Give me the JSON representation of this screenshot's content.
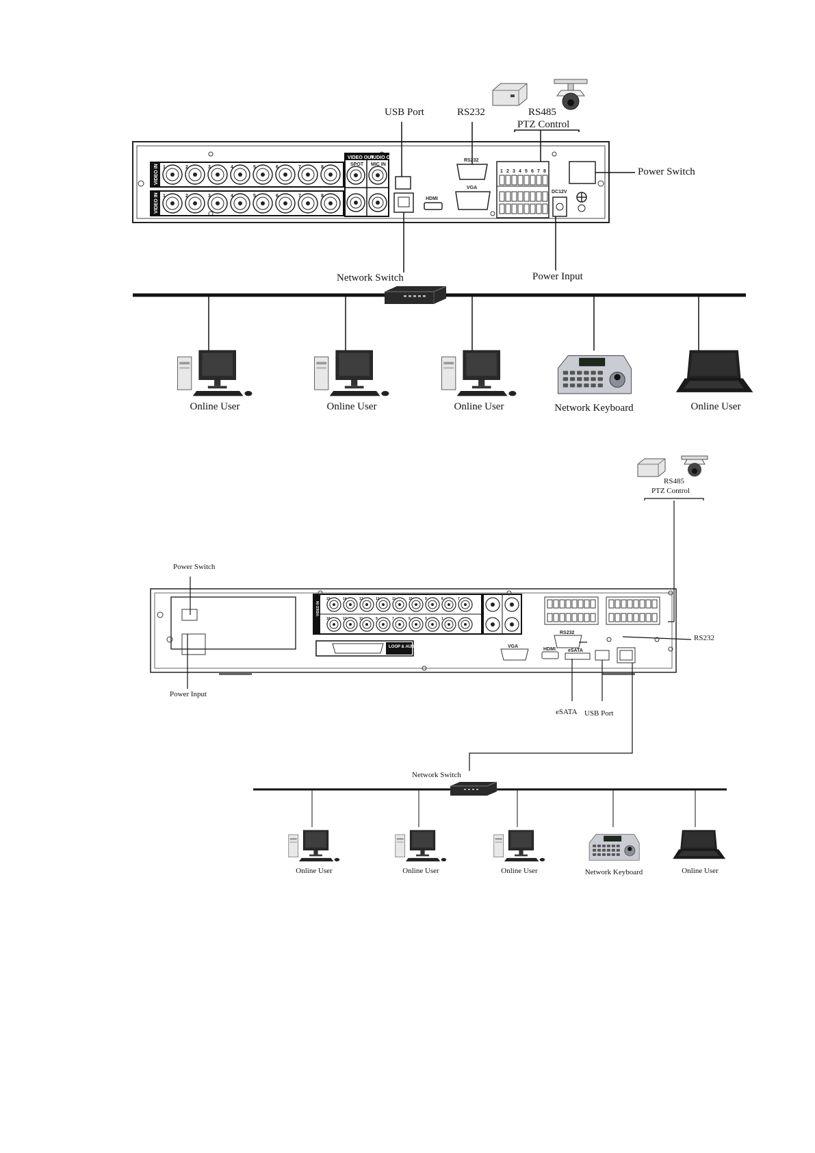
{
  "diagram1": {
    "callouts": {
      "usb_port": "USB Port",
      "rs232": "RS232",
      "rs485": "RS485",
      "ptz_control": "PTZ Control",
      "power_switch": "Power Switch",
      "network_switch": "Network Switch",
      "power_input": "Power Input"
    },
    "panel_text": {
      "video_out": "VIDEO OUT",
      "audio_out": "AUDIO OUT",
      "spot": "SPOT",
      "mic_in": "MIC IN",
      "rs232": "RS232",
      "vga": "VGA",
      "hdmi": "HDMI",
      "dc12v": "DC12V",
      "channels": [
        "1",
        "2",
        "3",
        "4",
        "5",
        "6",
        "7",
        "8"
      ],
      "alarm_numbers": [
        "1",
        "2",
        "3",
        "4",
        "5",
        "6",
        "7",
        "8"
      ],
      "row1_tag": "VIDEO IN",
      "row2_tag": "VIDEO IN"
    },
    "devices": [
      {
        "label": "Online User",
        "icon": "pc-icon"
      },
      {
        "label": "Online User",
        "icon": "pc-icon"
      },
      {
        "label": "Online User",
        "icon": "pc-icon"
      },
      {
        "label": "Network Keyboard",
        "icon": "keyboard-icon"
      },
      {
        "label": "Online User",
        "icon": "laptop-icon"
      }
    ]
  },
  "diagram2": {
    "callouts": {
      "rs485": "RS485",
      "ptz_control": "PTZ Control",
      "power_switch": "Power Switch",
      "rs232": "RS232",
      "power_input": "Power Input",
      "esata": "eSATA",
      "usb_port": "USB Port",
      "network_switch": "Network Switch"
    },
    "panel_text": {
      "loop_audio": "LOOP & AUDIO",
      "vga": "VGA",
      "hdmi": "HDMI",
      "esata": "eSATA",
      "rs232": "RS232",
      "video_in": "VIDEO IN",
      "top_channels": [
        "15",
        "14",
        "13",
        "12",
        "11",
        "10",
        "9",
        "8",
        "7"
      ],
      "bottom_channels": [
        "16",
        "13",
        "11",
        "9",
        "7",
        "5",
        "3",
        "1"
      ]
    },
    "devices": [
      {
        "label": "Online User",
        "icon": "pc-icon"
      },
      {
        "label": "Online User",
        "icon": "pc-icon"
      },
      {
        "label": "Online User",
        "icon": "pc-icon"
      },
      {
        "label": "Network Keyboard",
        "icon": "keyboard-icon"
      },
      {
        "label": "Online User",
        "icon": "laptop-icon"
      }
    ]
  }
}
